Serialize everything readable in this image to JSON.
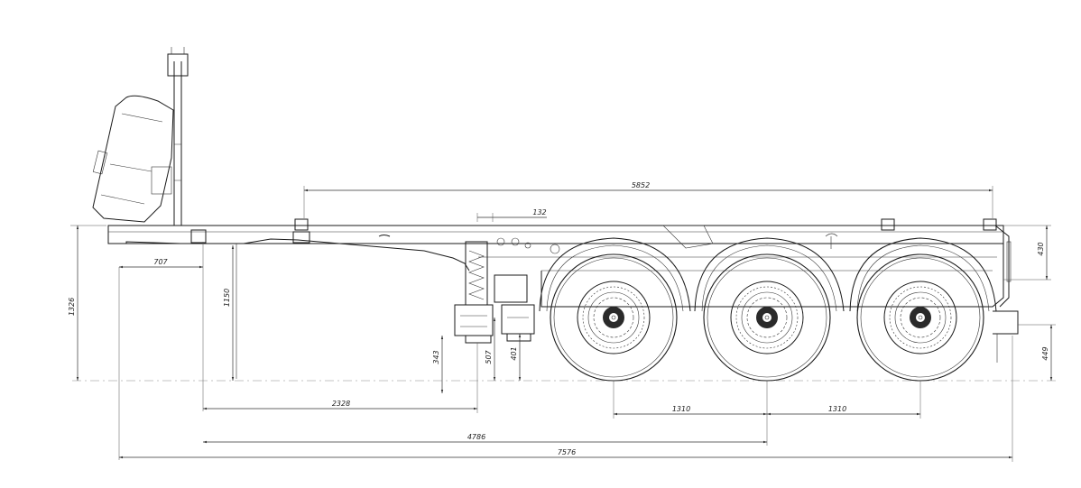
{
  "dimensions": {
    "deck_length": "5852",
    "kingpin_offset": "132",
    "front_overhang": "707",
    "overall_height": "1326",
    "coupling_height": "1150",
    "leg_clearance": "343",
    "leg_height": "507",
    "leg_foot": "401",
    "rear_height": "430",
    "rear_bumper": "449",
    "axle_spacing_1": "1310",
    "axle_spacing_2": "1310",
    "kingpin_to_legs": "2328",
    "kingpin_to_axle": "4786",
    "overall_length": "7576"
  },
  "colors": {
    "line": "#1a1a1a",
    "dimension": "#333333",
    "background": "#ffffff"
  }
}
